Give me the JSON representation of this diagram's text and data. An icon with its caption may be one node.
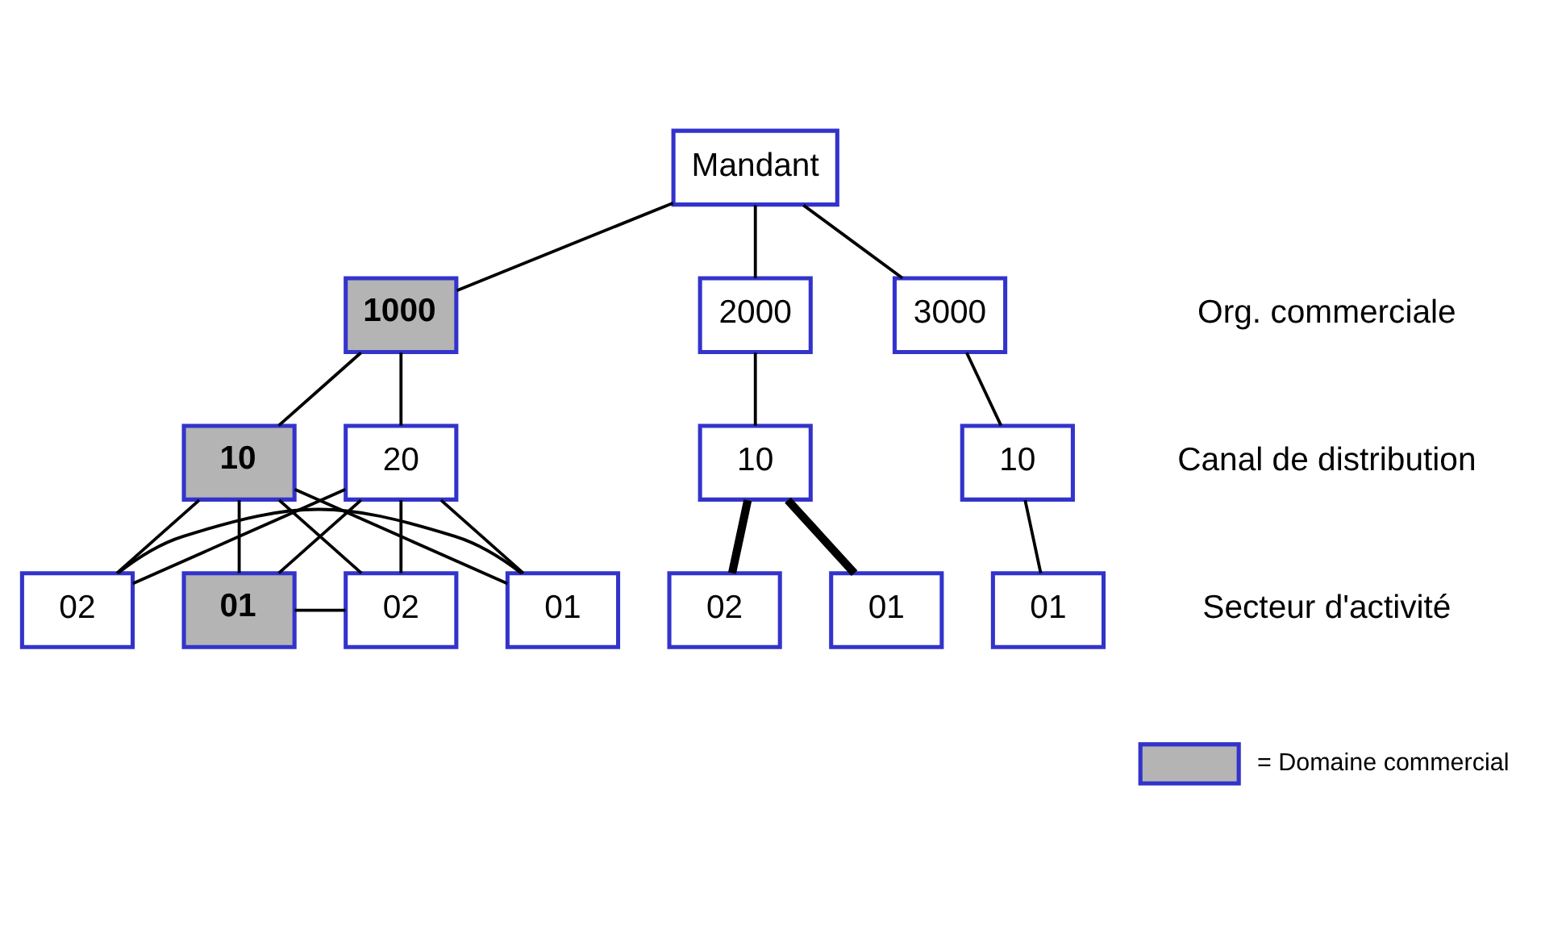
{
  "diagram": {
    "nodes": [
      {
        "text": [
          "Mandant"
        ]
      },
      {
        "text": [
          "1000"
        ]
      },
      {
        "text": [
          "2000"
        ]
      },
      {
        "text": [
          "3000"
        ]
      },
      {
        "text": [
          "10"
        ]
      },
      {
        "text": [
          "20"
        ]
      },
      {
        "text": [
          "10"
        ]
      },
      {
        "text": [
          "10"
        ]
      },
      {
        "text": [
          "01"
        ]
      },
      {
        "text": [
          "02"
        ]
      },
      {
        "text": [
          "01"
        ]
      },
      {
        "text": [
          "02"
        ]
      },
      {
        "text": [
          "01"
        ]
      },
      {
        "text": [
          "02"
        ]
      },
      {
        "text": [
          "01"
        ]
      }
    ],
    "edges": [
      {
        "from": 0,
        "to": 1,
        "arrow": "none"
      },
      {
        "from": 0,
        "to": 2,
        "arrow": "none"
      },
      {
        "from": 0,
        "to": 3,
        "arrow": "none"
      },
      {
        "from": 1,
        "to": 4,
        "arrow": "none"
      },
      {
        "from": 1,
        "to": 5,
        "arrow": "none"
      },
      {
        "from": 2,
        "to": 6,
        "arrow": "none"
      },
      {
        "from": 3,
        "to": 7,
        "arrow": "none"
      },
      {
        "from": 4,
        "to": 8,
        "arrow": "none"
      },
      {
        "from": 4,
        "to": 9,
        "arrow": "none"
      },
      {
        "from": 4,
        "to": 10,
        "arrow": "none"
      },
      {
        "from": 4,
        "to": 11,
        "arrow": "none"
      },
      {
        "from": 5,
        "to": 8,
        "arrow": "none"
      },
      {
        "from": 5,
        "to": 9,
        "arrow": "none"
      },
      {
        "from": 5,
        "to": 10,
        "arrow": "none"
      },
      {
        "from": 5,
        "to": 11,
        "arrow": "none"
      },
      {
        "from": 8,
        "to": 9,
        "arrow": "none"
      },
      {
        "from": 10,
        "to": 11,
        "arrow": "none"
      },
      {
        "from": 6,
        "to": 12,
        "arrow": "none",
        "style": "thick"
      },
      {
        "from": 6,
        "to": 13,
        "arrow": "none",
        "style": "thick"
      },
      {
        "from": 7,
        "to": 14,
        "arrow": "none"
      }
    ],
    "labels": [
      "Org. commerciale",
      "Canal de distribution",
      "Secteur d'activité"
    ],
    "legend": [
      {
        "text": "= Domaine commercial",
        "color": "#b4b4b4"
      }
    ]
  }
}
